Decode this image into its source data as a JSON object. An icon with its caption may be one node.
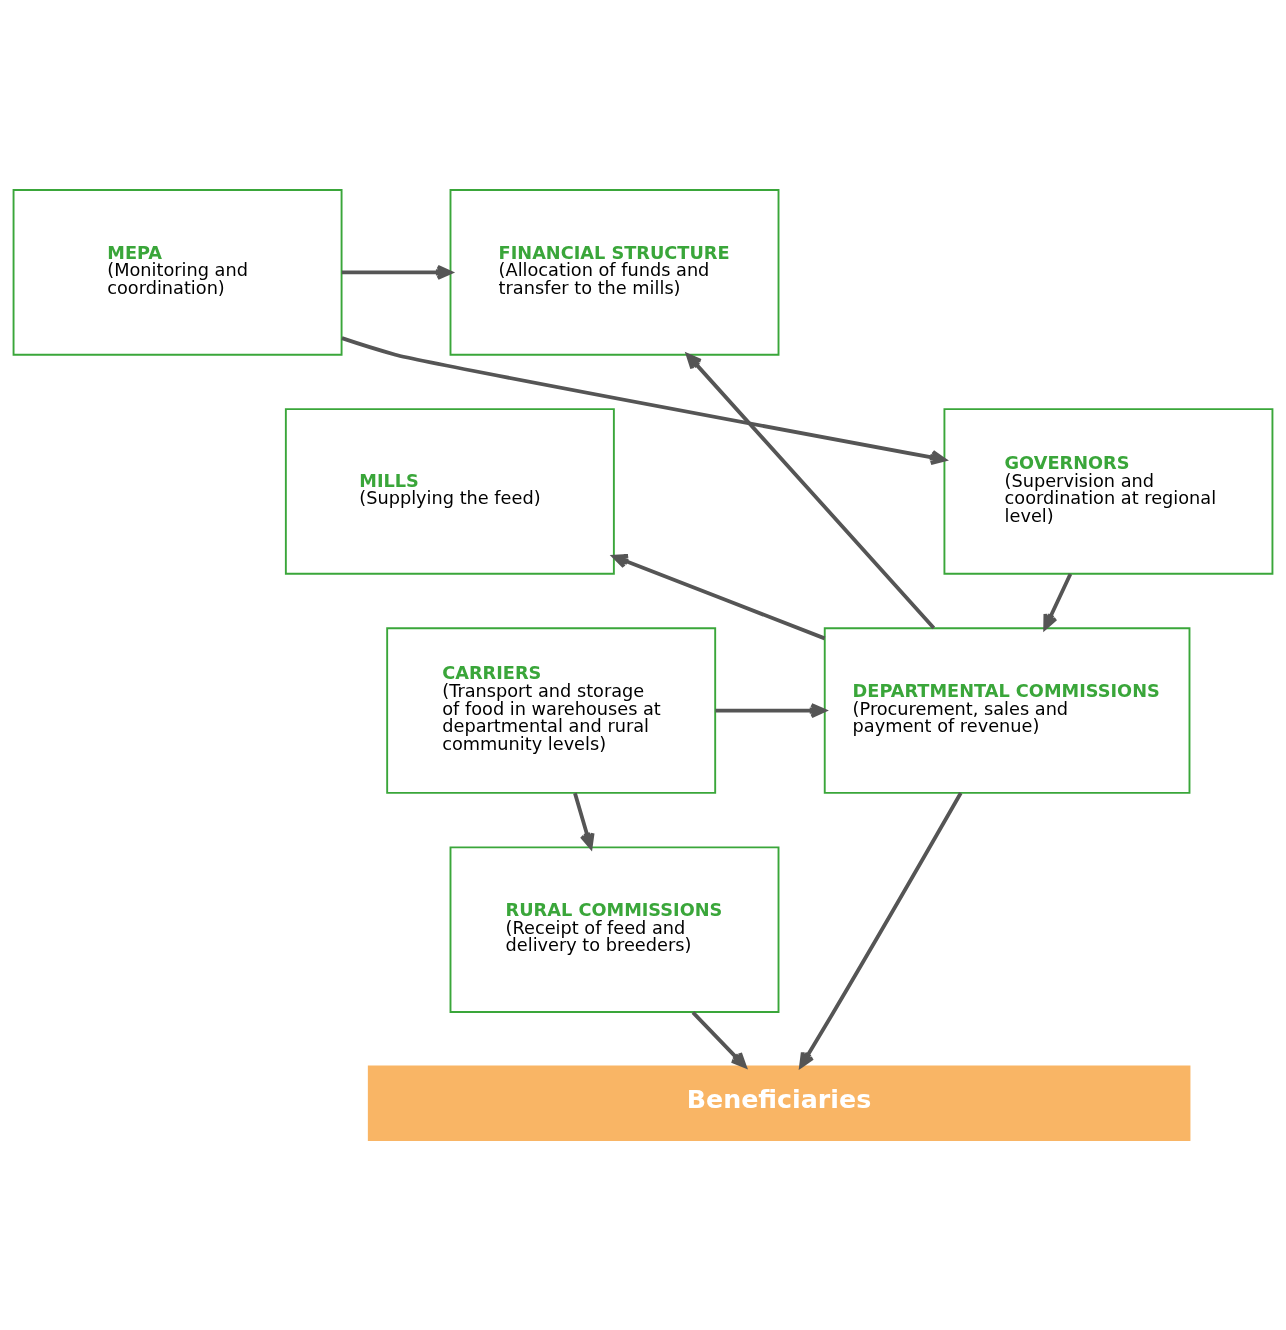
{
  "diagram": {
    "nodes": [
      {
        "text": [
          "MEPA",
          "(Monitoring and coordination)"
        ]
      },
      {
        "text": [
          "FINANCIAL STRUCTURE",
          "(Allocation of funds and transfer to the mills)"
        ]
      },
      {
        "text": [
          "GOVERNORS",
          "(Supervision and coordination at regional level)"
        ]
      },
      {
        "text": [
          "MILLS",
          "(Supplying the feed)"
        ]
      },
      {
        "text": [
          "DEPARTMENTAL COMMISSIONS",
          "(Procurement, sales and payment of revenue)"
        ]
      },
      {
        "text": [
          "CARRIERS",
          "(Transport and storage of food in warehouses at departmental and rural community levels)"
        ]
      },
      {
        "text": [
          "RURAL COMMISSIONS",
          "(Receipt of feed and delivery to breeders)"
        ]
      },
      {
        "text": [
          "Beneficiaries"
        ]
      }
    ],
    "edges": [
      {
        "from": 0,
        "to": 1,
        "arrow": "to"
      },
      {
        "from": 0,
        "to": 2,
        "arrow": "to"
      },
      {
        "from": 2,
        "to": 4,
        "arrow": "to"
      },
      {
        "from": 4,
        "to": 1,
        "arrow": "to"
      },
      {
        "from": 4,
        "to": 3,
        "arrow": "to"
      },
      {
        "from": 5,
        "to": 4,
        "arrow": "to"
      },
      {
        "from": 5,
        "to": 6,
        "arrow": "to"
      },
      {
        "from": 4,
        "to": 7,
        "arrow": "to"
      },
      {
        "from": 6,
        "to": 7,
        "arrow": "to"
      }
    ]
  }
}
